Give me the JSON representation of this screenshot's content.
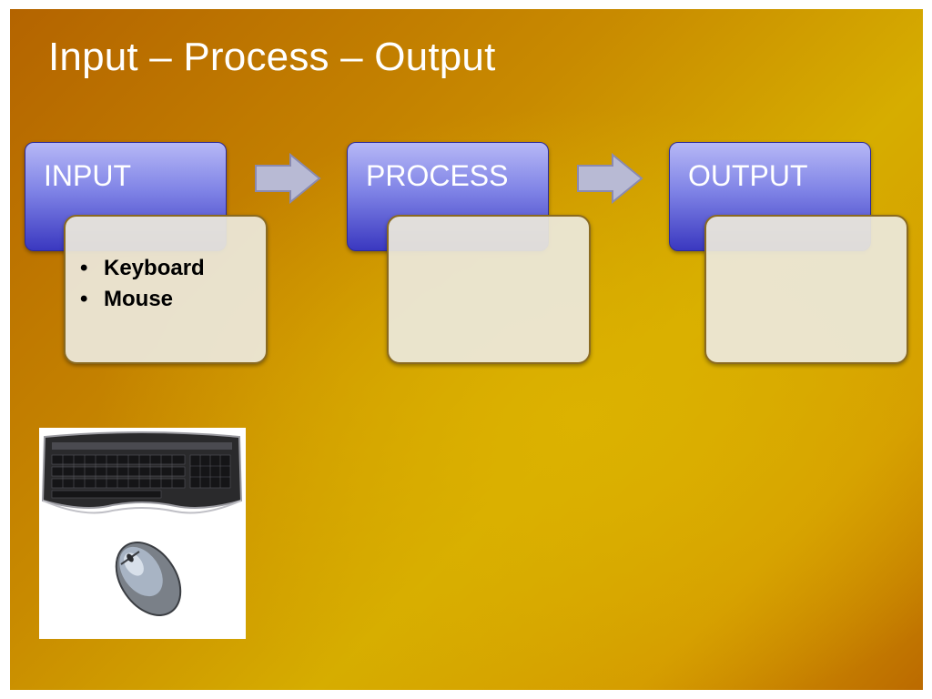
{
  "slide": {
    "title": "Input – Process – Output"
  },
  "stages": [
    {
      "label": "INPUT",
      "items": [
        "Keyboard",
        "Mouse"
      ]
    },
    {
      "label": "PROCESS",
      "items": []
    },
    {
      "label": "OUTPUT",
      "items": []
    }
  ],
  "colors": {
    "background": "#c98f00",
    "stage_header": "#5a5ad8",
    "stage_body": "#ece8dc",
    "arrow": "#b4b6d2"
  },
  "icons": {
    "flow_arrow": "right-arrow-icon",
    "keyboard": "keyboard-icon",
    "mouse": "mouse-icon"
  }
}
